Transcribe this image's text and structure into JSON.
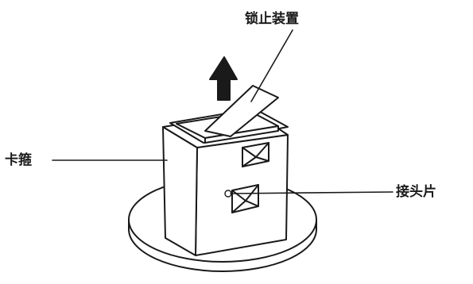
{
  "labels": {
    "lock_device": "锁止装置",
    "clip": "卡箍",
    "contact_piece": "接头片"
  },
  "colors": {
    "stroke": "#1a1a1a",
    "fill": "#ffffff",
    "background": "#ffffff"
  }
}
